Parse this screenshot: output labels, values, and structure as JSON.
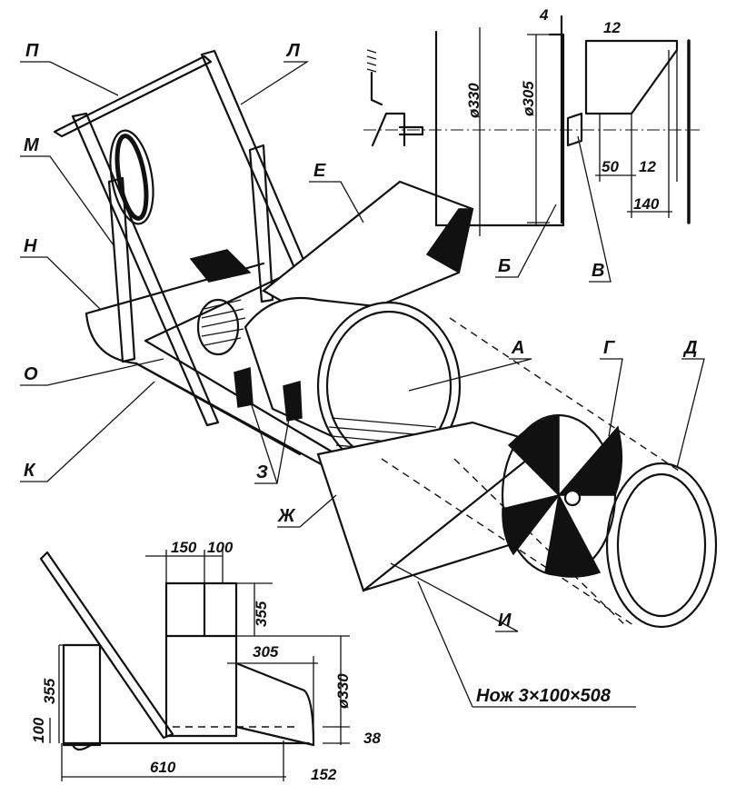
{
  "labels": {
    "P": "П",
    "L": "Л",
    "M": "М",
    "N": "Н",
    "O": "О",
    "K": "К",
    "E": "Е",
    "Z": "З",
    "Zh": "Ж",
    "A": "А",
    "G": "Г",
    "D": "Д",
    "B": "Б",
    "V": "В",
    "I": "И",
    "knife": "Нож 3×100×508"
  },
  "top_view_dims": {
    "wall": "4",
    "flange_top": "12",
    "outer_diameter": "ø330",
    "inner_diameter": "ø305",
    "width_50": "50",
    "flange_right": "12",
    "width_140": "140"
  },
  "side_view_dims": {
    "w150": "150",
    "w100": "100",
    "h355_hopper": "355",
    "l305": "305",
    "d330": "ø330",
    "h355_frame": "355",
    "h100": "100",
    "l610": "610",
    "r152": "152",
    "h38": "38"
  }
}
